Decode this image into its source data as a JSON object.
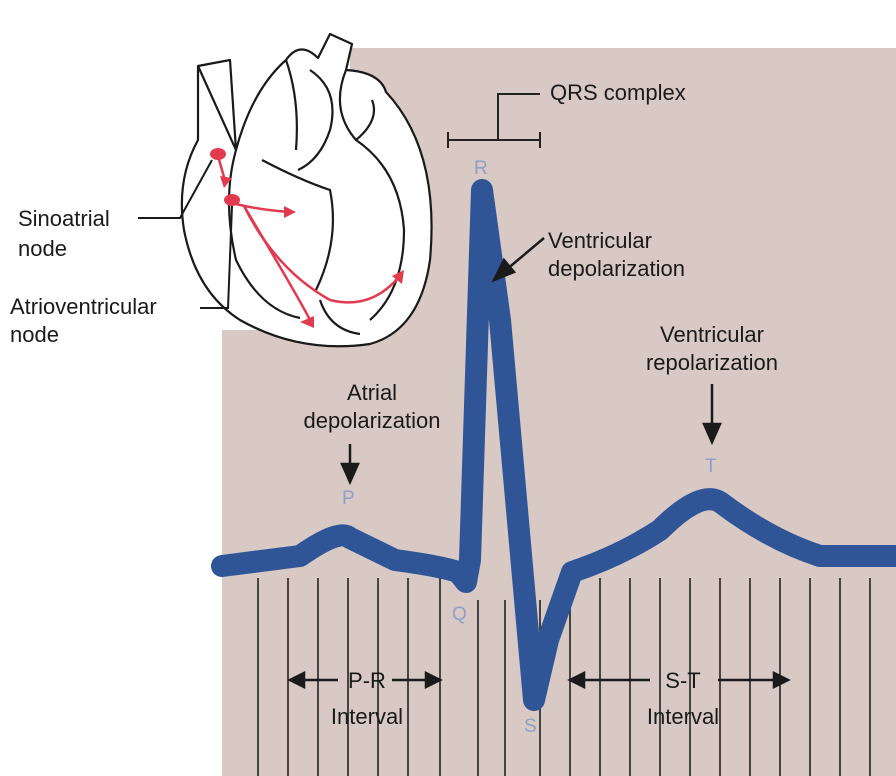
{
  "labels": {
    "qrs_complex": "QRS complex",
    "ventricular_depolarization": [
      "Ventricular",
      "depolarization"
    ],
    "ventricular_repolarization": [
      "Ventricular",
      "repolarization"
    ],
    "atrial_depolarization": [
      "Atrial",
      "depolarization"
    ],
    "sinoatrial_node": [
      "Sinoatrial",
      "node"
    ],
    "atrioventricular_node": [
      "Atrioventricular",
      "node"
    ],
    "pr_interval": [
      "P-R",
      "Interval"
    ],
    "st_interval": [
      "S-T",
      "Interval"
    ]
  },
  "waves": {
    "p": "P",
    "q": "Q",
    "r": "R",
    "s": "S",
    "t": "T"
  },
  "colors": {
    "panel": "#d8c9c4",
    "trace": "#2f5596",
    "conduction_path": "#e23a4e",
    "ink": "#1a1a1a",
    "wave_letter": "#8fa0c4"
  }
}
